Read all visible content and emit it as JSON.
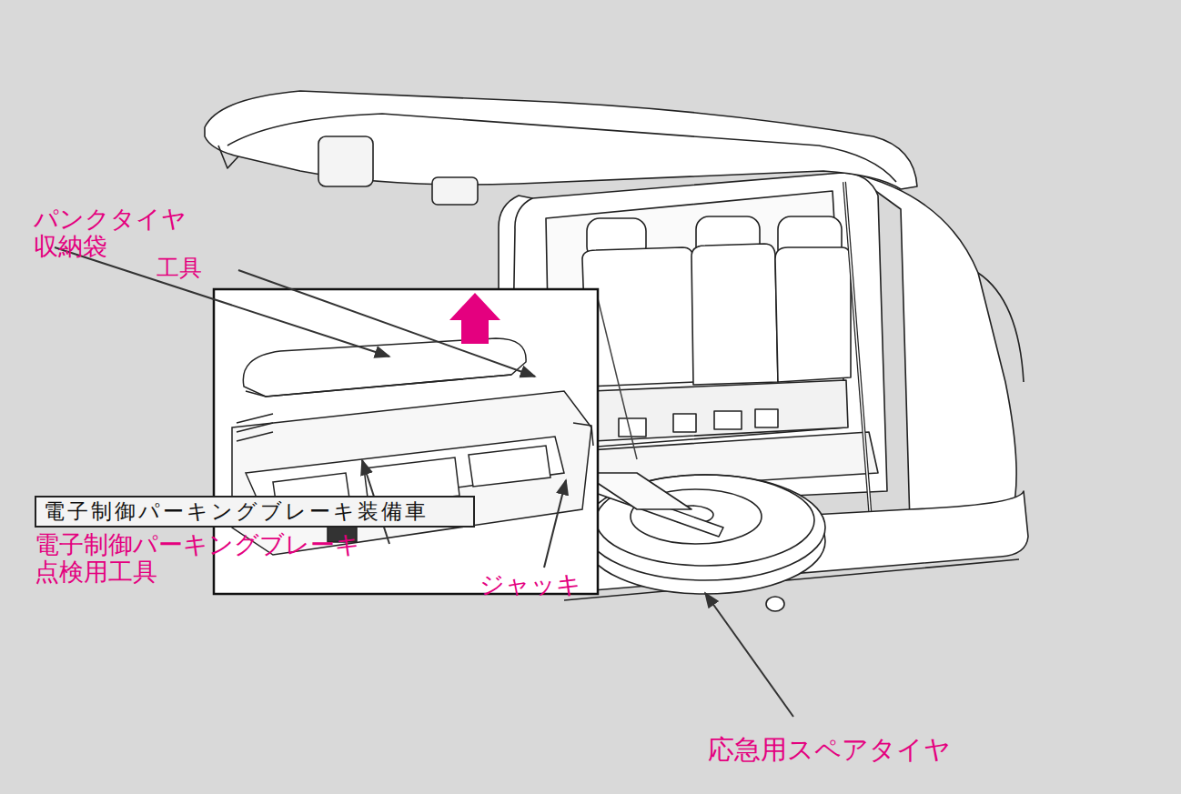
{
  "diagram": {
    "nodes": [
      {
        "text": [
          "電子制御パーキングブレーキ装備車"
        ]
      }
    ],
    "labels": [
      "工具",
      "パンクタイヤ 収納袋",
      "電子制御パーキングブレーキ 点検用工具",
      "ジャッキ",
      "応急用スペアタイヤ"
    ]
  }
}
